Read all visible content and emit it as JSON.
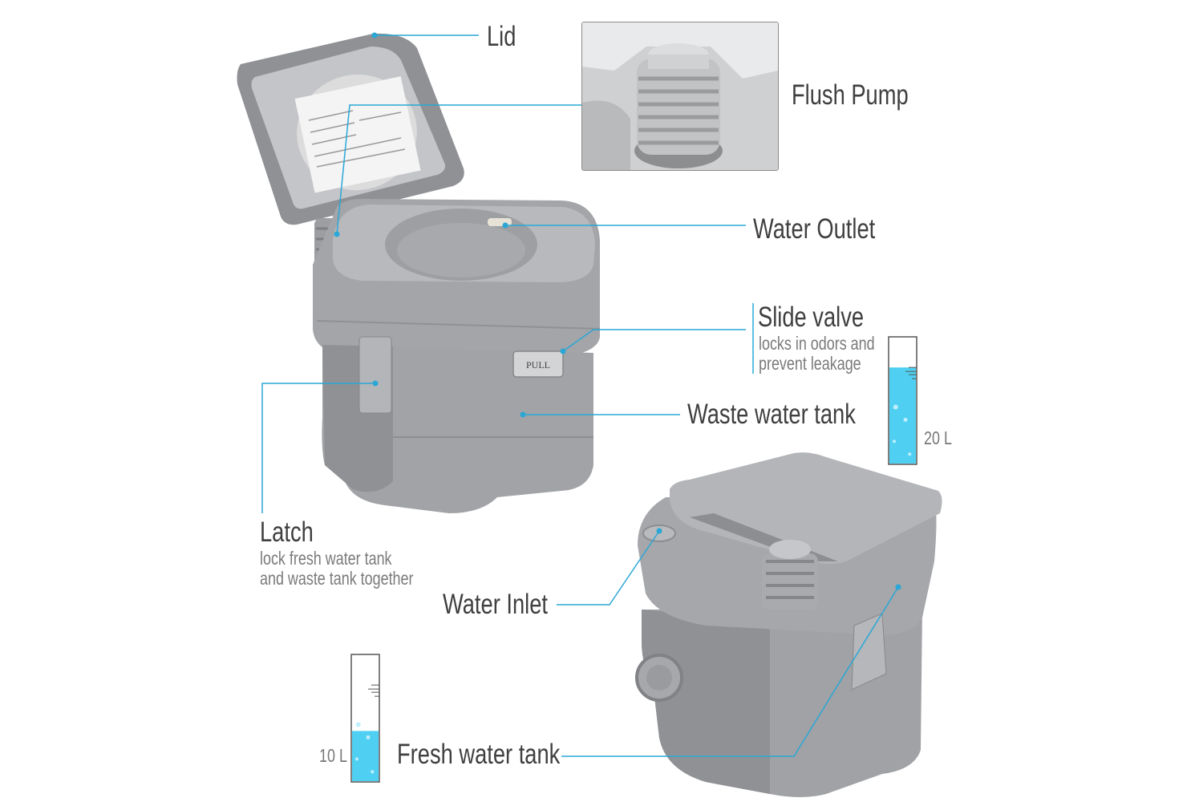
{
  "labels": {
    "lid": "Lid",
    "flush_pump": "Flush Pump",
    "water_outlet": "Water Outlet",
    "slide_valve": {
      "title": "Slide valve",
      "desc_line1": "locks in odors and",
      "desc_line2": "prevent leakage"
    },
    "waste_water_tank": "Waste water tank",
    "latch": {
      "title": "Latch",
      "desc_line1": "lock fresh water tank",
      "desc_line2": "and waste tank together"
    },
    "water_inlet": "Water Inlet",
    "fresh_water_tank": "Fresh water tank"
  },
  "product_text": {
    "slide_valve_tab": "PULL"
  },
  "gauges": [
    {
      "name": "waste",
      "label": "20 L",
      "fill_fraction": 0.76
    },
    {
      "name": "fresh",
      "label": "10 L",
      "fill_fraction": 0.4
    }
  ],
  "colors": {
    "callout_line": "#2aa7d6",
    "water": "#4fd0f2",
    "body": "#a9abae"
  }
}
